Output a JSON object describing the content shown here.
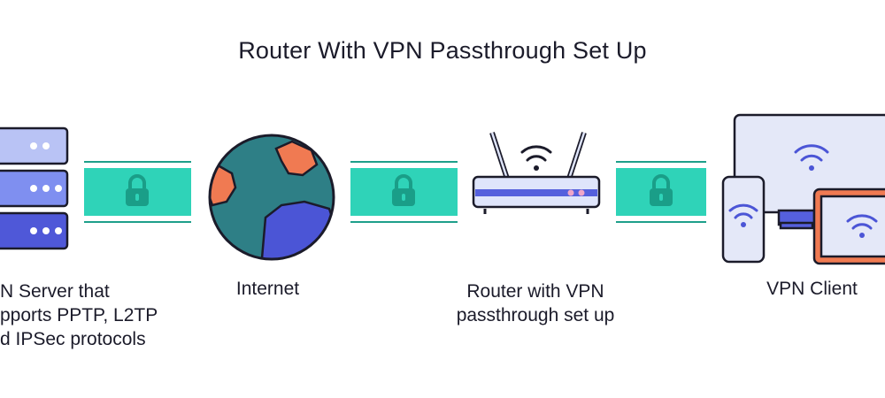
{
  "title": "Router With VPN Passthrough Set Up",
  "nodes": {
    "server": {
      "lines": [
        "N Server that",
        "pports PPTP, L2TP",
        "d IPSec protocols"
      ]
    },
    "internet": {
      "label": "Internet"
    },
    "router": {
      "lines": [
        "Router with VPN",
        "passthrough set up"
      ]
    },
    "client": {
      "label": "VPN Client"
    }
  },
  "colors": {
    "tunnel": "#2fd3b8",
    "tunnel_line": "#1e9f8a",
    "lock": "#1a9e88",
    "ocean": "#2e7f86",
    "land_blue": "#4b55d6",
    "land_orange": "#f07a52",
    "outline": "#1b1b2a",
    "server_light": "#b9c3f5",
    "server_mid": "#7f8ff0",
    "server_dark": "#4f58d8",
    "router_body": "#dfe5fb",
    "router_stripe": "#5560dd",
    "device_fill": "#e4e8f8",
    "tablet_frame": "#f07a52",
    "wifi": "#4b55d6"
  },
  "icons": [
    "server-rack-icon",
    "globe-icon",
    "router-icon",
    "lock-icon",
    "wifi-icon",
    "monitor-icon",
    "phone-icon",
    "tablet-icon"
  ]
}
